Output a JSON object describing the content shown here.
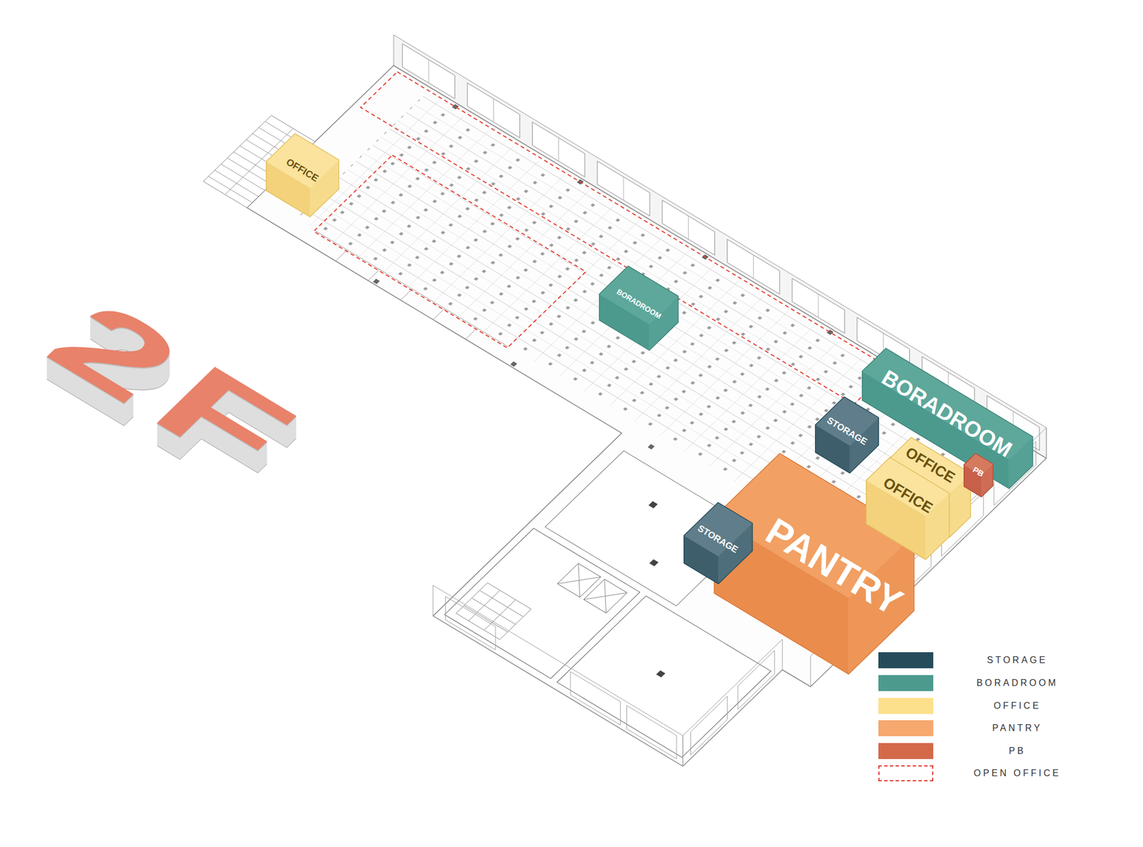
{
  "diagram": {
    "title": "2F",
    "nodes": [
      {
        "text": [
          "OFFICE"
        ]
      },
      {
        "text": [
          "BORADROOM"
        ]
      },
      {
        "text": [
          "STORAGE"
        ]
      },
      {
        "text": [
          "BORADROOM"
        ]
      },
      {
        "text": [
          "PB"
        ]
      },
      {
        "text": [
          "OFFICE"
        ]
      },
      {
        "text": [
          "OFFICE"
        ]
      },
      {
        "text": [
          "PANTRY"
        ]
      },
      {
        "text": [
          "STORAGE"
        ]
      }
    ],
    "legend": [
      {
        "text": "STORAGE",
        "color": "#264b5a"
      },
      {
        "text": "BORADROOM",
        "color": "#4c9a8e"
      },
      {
        "text": "OFFICE",
        "color": "#fde08c"
      },
      {
        "text": "PANTRY",
        "color": "#f6a86e"
      },
      {
        "text": "PB",
        "color": "#d4694a"
      },
      {
        "text": "OPEN OFFICE"
      }
    ]
  }
}
